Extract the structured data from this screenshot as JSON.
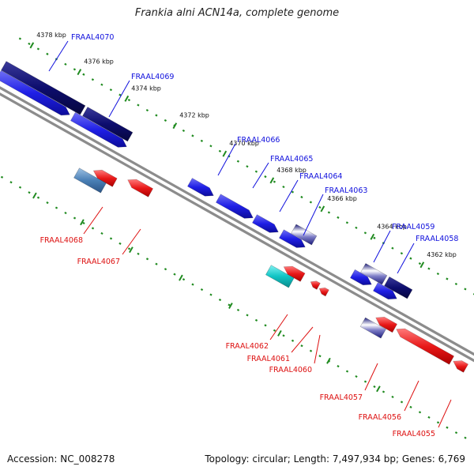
{
  "title": "Frankia alni ACN14a, complete genome",
  "footer": {
    "accession": "Accession: NC_008278",
    "summary": "Topology: circular; Length: 7,497,934 bp; Genes: 6,769"
  },
  "colors": {
    "backbone": "#8c8c8c",
    "tick": "#1f8a1f",
    "forward_cds": "#1f1fe6",
    "forward_label": "#1010dd",
    "reverse_cds": "#e81818",
    "reverse_label": "#dd1010",
    "operon_dark": "#0d0d6e",
    "steel": "#4a7fb5",
    "cyan": "#10c4c4"
  },
  "kbp_ticks": [
    {
      "label": "4378 kbp"
    },
    {
      "label": "4376 kbp"
    },
    {
      "label": "4374 kbp"
    },
    {
      "label": "4372 kbp"
    },
    {
      "label": "4370 kbp"
    },
    {
      "label": "4368 kbp"
    },
    {
      "label": "4366 kbp"
    },
    {
      "label": "4364 kbp"
    },
    {
      "label": "4362 kbp"
    }
  ],
  "forward_genes": [
    {
      "name": "FRAAL4070"
    },
    {
      "name": "FRAAL4069"
    },
    {
      "name": "FRAAL4066"
    },
    {
      "name": "FRAAL4065"
    },
    {
      "name": "FRAAL4064"
    },
    {
      "name": "FRAAL4063"
    },
    {
      "name": "FRAAL4059"
    },
    {
      "name": "FRAAL4058"
    }
  ],
  "reverse_genes": [
    {
      "name": "FRAAL4068"
    },
    {
      "name": "FRAAL4067"
    },
    {
      "name": "FRAAL4062"
    },
    {
      "name": "FRAAL4061"
    },
    {
      "name": "FRAAL4060"
    },
    {
      "name": "FRAAL4057"
    },
    {
      "name": "FRAAL4056"
    },
    {
      "name": "FRAAL4055"
    }
  ]
}
